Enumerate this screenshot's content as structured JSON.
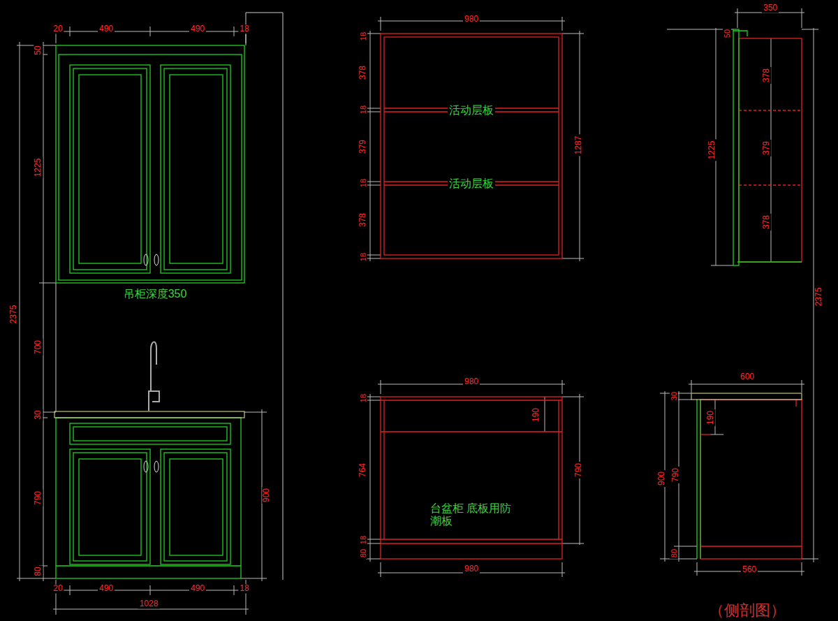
{
  "diagram": {
    "caption": "（侧剖图）",
    "labels": [
      "20",
      "490",
      "490",
      "18",
      "50",
      "1225",
      "2375",
      "700",
      "30",
      "790",
      "80",
      "吊柜深度350",
      "900",
      "20",
      "490",
      "490",
      "18",
      "1028",
      "980",
      "18",
      "378",
      "18",
      "379",
      "18",
      "378",
      "18",
      "1287",
      "活动层板",
      "活动层板",
      "980",
      "18",
      "190",
      "764",
      "80",
      "18",
      "790",
      "台盆柜 底板用防潮板",
      "980",
      "350",
      "50",
      "378",
      "379",
      "378",
      "1225",
      "2375",
      "600",
      "30",
      "190",
      "900",
      "790",
      "80",
      "560"
    ]
  }
}
